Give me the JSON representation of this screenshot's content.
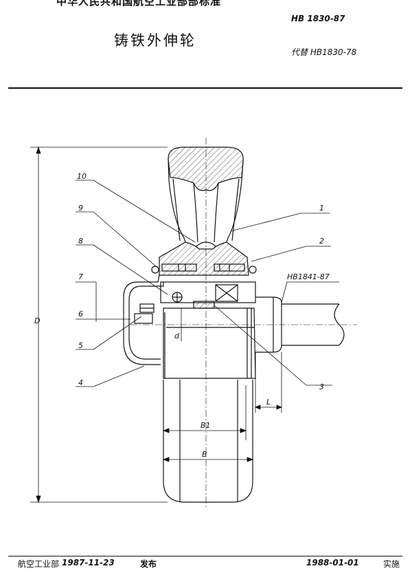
{
  "header": {
    "org_title": "中华人民共和国航空工业部部标准",
    "doc_title": "铸铁外伸轮",
    "standard_number": "HB 1830-87",
    "replaces": "代替 HB1830-78"
  },
  "drawing": {
    "part_numbers": [
      "1",
      "2",
      "3",
      "4",
      "5",
      "6",
      "7",
      "8",
      "9",
      "10"
    ],
    "axle_reference": "HB1841-87",
    "dimensions": {
      "overall_diameter": "D",
      "hub_bore": "d",
      "rim_width": "B1",
      "tire_width": "B",
      "axle_length": "L"
    }
  },
  "footer": {
    "issuer": "航空工业部",
    "issue_date": "1987-11-23",
    "release": "发布",
    "effective_date": "1988-01-01",
    "effective": "实施"
  }
}
